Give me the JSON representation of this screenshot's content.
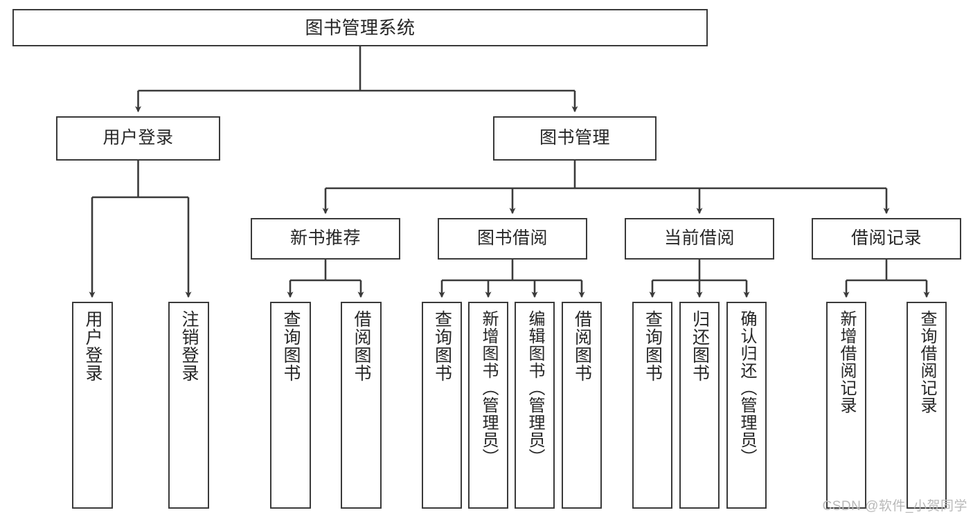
{
  "diagram": {
    "title": "图书管理系统",
    "type": "tree-hierarchy-chart",
    "watermark": "CSDN @软件_小贺同学",
    "colors": {
      "border": "#3a3a3a",
      "text": "#262626",
      "background": "#ffffff",
      "watermark": "#b9b9b9"
    },
    "root": {
      "label": "图书管理系统"
    },
    "level2": [
      {
        "label": "用户登录"
      },
      {
        "label": "图书管理"
      }
    ],
    "level3": [
      {
        "label": "新书推荐"
      },
      {
        "label": "图书借阅"
      },
      {
        "label": "当前借阅"
      },
      {
        "label": "借阅记录"
      }
    ],
    "leaves": {
      "user_login": [
        {
          "label": "用户登录"
        },
        {
          "label": "注销登录"
        }
      ],
      "new_book_recommend": [
        {
          "label": "查询图书"
        },
        {
          "label": "借阅图书"
        }
      ],
      "book_borrow": [
        {
          "label": "查询图书"
        },
        {
          "label": "新增图书（管理员）"
        },
        {
          "label": "编辑图书（管理员）"
        },
        {
          "label": "借阅图书"
        }
      ],
      "current_borrow": [
        {
          "label": "查询图书"
        },
        {
          "label": "归还图书"
        },
        {
          "label": "确认归还（管理员）"
        }
      ],
      "borrow_records": [
        {
          "label": "新增借阅记录"
        },
        {
          "label": "查询借阅记录"
        }
      ]
    }
  }
}
